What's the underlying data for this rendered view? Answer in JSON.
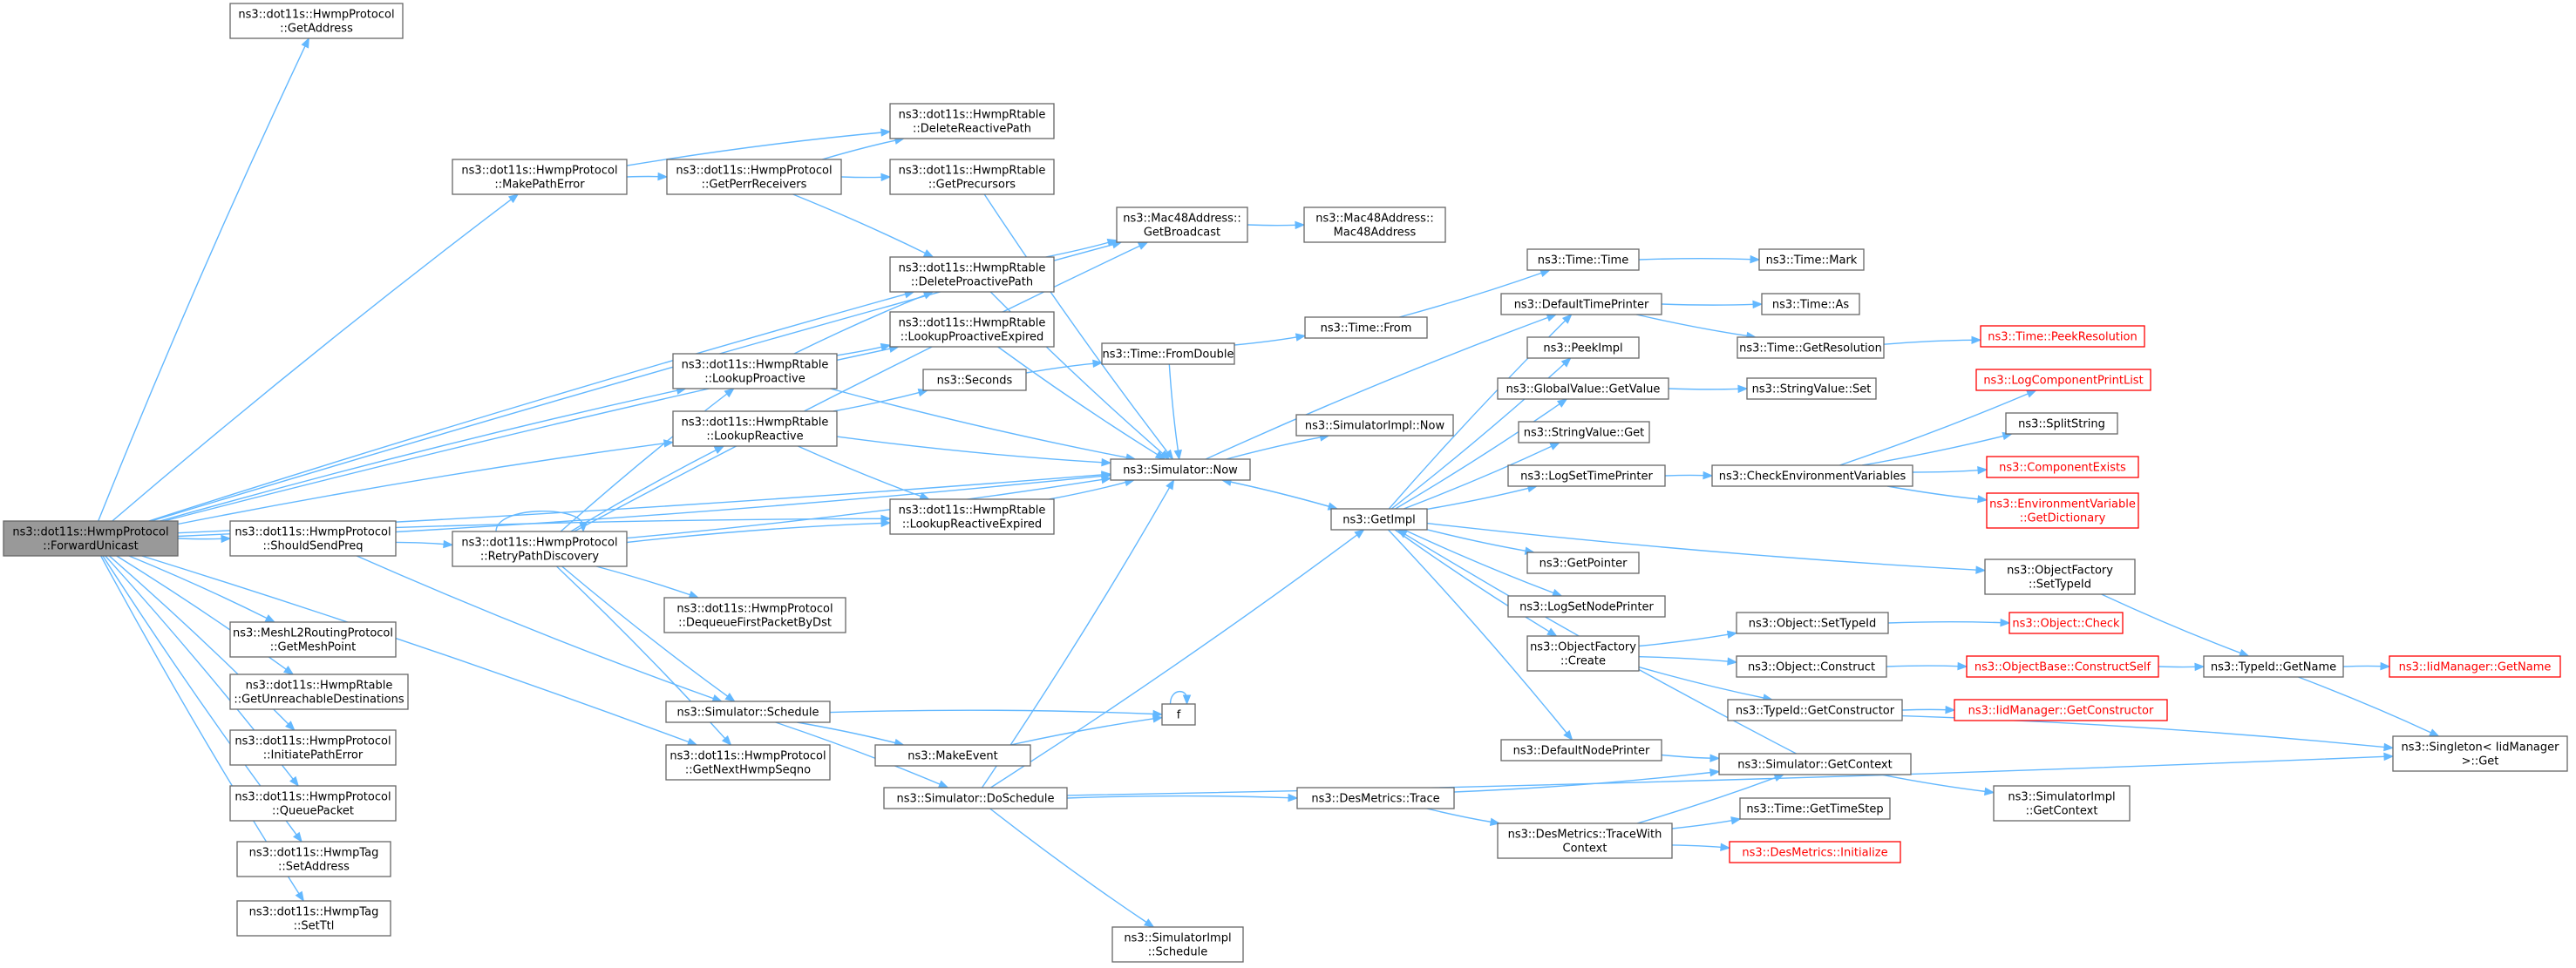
{
  "colors": {
    "edge": "#63b8ff",
    "node_border": "#666666",
    "root_fill": "#999999",
    "red_border": "#ff0000"
  },
  "nodes": [
    {
      "id": "root",
      "label": [
        "ns3::dot11s::HwmpProtocol",
        "::ForwardUnicast"
      ],
      "style": "root"
    },
    {
      "id": "getAddress",
      "label": [
        "ns3::dot11s::HwmpProtocol",
        "::GetAddress"
      ]
    },
    {
      "id": "makePathError",
      "label": [
        "ns3::dot11s::HwmpProtocol",
        "::MakePathError"
      ]
    },
    {
      "id": "getPerrReceivers",
      "label": [
        "ns3::dot11s::HwmpProtocol",
        "::GetPerrReceivers"
      ]
    },
    {
      "id": "deleteReactivePath",
      "label": [
        "ns3::dot11s::HwmpRtable",
        "::DeleteReactivePath"
      ]
    },
    {
      "id": "getPrecursors",
      "label": [
        "ns3::dot11s::HwmpRtable",
        "::GetPrecursors"
      ]
    },
    {
      "id": "getBroadcast",
      "label": [
        "ns3::Mac48Address::",
        "GetBroadcast"
      ]
    },
    {
      "id": "mac48Address",
      "label": [
        "ns3::Mac48Address::",
        "Mac48Address"
      ]
    },
    {
      "id": "deleteProactivePath",
      "label": [
        "ns3::dot11s::HwmpRtable",
        "::DeleteProactivePath"
      ]
    },
    {
      "id": "lookupProactiveExpired",
      "label": [
        "ns3::dot11s::HwmpRtable",
        "::LookupProactiveExpired"
      ]
    },
    {
      "id": "lookupProactive",
      "label": [
        "ns3::dot11s::HwmpRtable",
        "::LookupProactive"
      ]
    },
    {
      "id": "lookupReactive",
      "label": [
        "ns3::dot11s::HwmpRtable",
        "::LookupReactive"
      ]
    },
    {
      "id": "lookupReactiveExpired",
      "label": [
        "ns3::dot11s::HwmpRtable",
        "::LookupReactiveExpired"
      ]
    },
    {
      "id": "shouldSendPreq",
      "label": [
        "ns3::dot11s::HwmpProtocol",
        "::ShouldSendPreq"
      ]
    },
    {
      "id": "retryPathDiscovery",
      "label": [
        "ns3::dot11s::HwmpProtocol",
        "::RetryPathDiscovery"
      ]
    },
    {
      "id": "dequeueFirstPacketByDst",
      "label": [
        "ns3::dot11s::HwmpProtocol",
        "::DequeueFirstPacketByDst"
      ]
    },
    {
      "id": "getMeshPoint",
      "label": [
        "ns3::MeshL2RoutingProtocol",
        "::GetMeshPoint"
      ]
    },
    {
      "id": "getUnreachableDestinations",
      "label": [
        "ns3::dot11s::HwmpRtable",
        "::GetUnreachableDestinations"
      ]
    },
    {
      "id": "initiatePathError",
      "label": [
        "ns3::dot11s::HwmpProtocol",
        "::InitiatePathError"
      ]
    },
    {
      "id": "queuePacket",
      "label": [
        "ns3::dot11s::HwmpProtocol",
        "::QueuePacket"
      ]
    },
    {
      "id": "tagSetAddress",
      "label": [
        "ns3::dot11s::HwmpTag",
        "::SetAddress"
      ]
    },
    {
      "id": "tagSetTtl",
      "label": [
        "ns3::dot11s::HwmpTag",
        "::SetTtl"
      ]
    },
    {
      "id": "simSchedule",
      "label": [
        "ns3::Simulator::Schedule"
      ]
    },
    {
      "id": "getNextHwmpSeqno",
      "label": [
        "ns3::dot11s::HwmpProtocol",
        "::GetNextHwmpSeqno"
      ]
    },
    {
      "id": "makeEvent",
      "label": [
        "ns3::MakeEvent"
      ]
    },
    {
      "id": "doSchedule",
      "label": [
        "ns3::Simulator::DoSchedule"
      ]
    },
    {
      "id": "f",
      "label": [
        "f"
      ]
    },
    {
      "id": "seconds",
      "label": [
        "ns3::Seconds"
      ]
    },
    {
      "id": "fromDouble",
      "label": [
        "ns3::Time::FromDouble"
      ]
    },
    {
      "id": "timeFrom",
      "label": [
        "ns3::Time::From"
      ]
    },
    {
      "id": "timeTime",
      "label": [
        "ns3::Time::Time"
      ]
    },
    {
      "id": "timeMark",
      "label": [
        "ns3::Time::Mark"
      ]
    },
    {
      "id": "simNow",
      "label": [
        "ns3::Simulator::Now"
      ]
    },
    {
      "id": "simImplNow",
      "label": [
        "ns3::SimulatorImpl::Now"
      ]
    },
    {
      "id": "getImpl",
      "label": [
        "ns3::GetImpl"
      ]
    },
    {
      "id": "simImplSchedule",
      "label": [
        "ns3::SimulatorImpl",
        "::Schedule"
      ]
    },
    {
      "id": "desTrace",
      "label": [
        "ns3::DesMetrics::Trace"
      ]
    },
    {
      "id": "desTraceWithContext",
      "label": [
        "ns3::DesMetrics::TraceWith",
        "Context"
      ]
    },
    {
      "id": "defaultTimePrinter",
      "label": [
        "ns3::DefaultTimePrinter"
      ]
    },
    {
      "id": "peekImpl",
      "label": [
        "ns3::PeekImpl"
      ]
    },
    {
      "id": "globalValueGet",
      "label": [
        "ns3::GlobalValue::GetValue"
      ]
    },
    {
      "id": "stringValueGet",
      "label": [
        "ns3::StringValue::Get"
      ]
    },
    {
      "id": "logSetTimePrinter",
      "label": [
        "ns3::LogSetTimePrinter"
      ]
    },
    {
      "id": "getPointer",
      "label": [
        "ns3::GetPointer"
      ]
    },
    {
      "id": "logSetNodePrinter",
      "label": [
        "ns3::LogSetNodePrinter"
      ]
    },
    {
      "id": "objectFactoryCreate",
      "label": [
        "ns3::ObjectFactory",
        "::Create"
      ]
    },
    {
      "id": "defaultNodePrinter",
      "label": [
        "ns3::DefaultNodePrinter"
      ]
    },
    {
      "id": "timeAs",
      "label": [
        "ns3::Time::As"
      ]
    },
    {
      "id": "timeGetResolution",
      "label": [
        "ns3::Time::GetResolution"
      ]
    },
    {
      "id": "peekResolution",
      "label": [
        "ns3::Time::PeekResolution"
      ],
      "style": "red"
    },
    {
      "id": "stringValueSet",
      "label": [
        "ns3::StringValue::Set"
      ]
    },
    {
      "id": "checkEnvVars",
      "label": [
        "ns3::CheckEnvironmentVariables"
      ]
    },
    {
      "id": "logComponentPrintList",
      "label": [
        "ns3::LogComponentPrintList"
      ],
      "style": "red"
    },
    {
      "id": "splitString",
      "label": [
        "ns3::SplitString"
      ]
    },
    {
      "id": "componentExists",
      "label": [
        "ns3::ComponentExists"
      ],
      "style": "red"
    },
    {
      "id": "envVarGetDictionary",
      "label": [
        "ns3::EnvironmentVariable",
        "::GetDictionary"
      ],
      "style": "red"
    },
    {
      "id": "objectFactorySetTypeId",
      "label": [
        "ns3::ObjectFactory",
        "::SetTypeId"
      ]
    },
    {
      "id": "objectSetTypeId",
      "label": [
        "ns3::Object::SetTypeId"
      ]
    },
    {
      "id": "objectCheck",
      "label": [
        "ns3::Object::Check"
      ],
      "style": "red"
    },
    {
      "id": "objectConstruct",
      "label": [
        "ns3::Object::Construct"
      ]
    },
    {
      "id": "objectBaseConstructSelf",
      "label": [
        "ns3::ObjectBase::ConstructSelf"
      ],
      "style": "red"
    },
    {
      "id": "typeIdGetName",
      "label": [
        "ns3::TypeId::GetName"
      ]
    },
    {
      "id": "iidGetName",
      "label": [
        "ns3::IidManager::GetName"
      ],
      "style": "red"
    },
    {
      "id": "typeIdGetConstructor",
      "label": [
        "ns3::TypeId::GetConstructor"
      ]
    },
    {
      "id": "iidGetConstructor",
      "label": [
        "ns3::IidManager::GetConstructor"
      ],
      "style": "red"
    },
    {
      "id": "singletonGet",
      "label": [
        "ns3::Singleton< IidManager",
        ">::Get"
      ]
    },
    {
      "id": "simGetContext",
      "label": [
        "ns3::Simulator::GetContext"
      ]
    },
    {
      "id": "simImplGetContext",
      "label": [
        "ns3::SimulatorImpl",
        "::GetContext"
      ]
    },
    {
      "id": "timeGetTimeStep",
      "label": [
        "ns3::Time::GetTimeStep"
      ]
    },
    {
      "id": "desInitialize",
      "label": [
        "ns3::DesMetrics::Initialize"
      ],
      "style": "red"
    }
  ]
}
